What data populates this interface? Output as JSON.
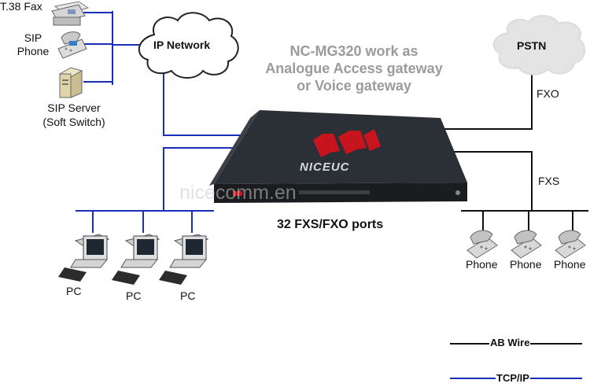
{
  "headline": [
    "NC-MG320 work as",
    "Analogue Access gateway",
    "or Voice gateway"
  ],
  "clouds": {
    "ip_network": "IP Network",
    "pstn": "PSTN"
  },
  "devices": {
    "fax": "T.38 Fax",
    "sip_phone": [
      "SIP",
      "Phone"
    ],
    "sip_server": [
      "SIP Server",
      "(Soft Switch)"
    ],
    "gateway_brand": "NICEUC",
    "watermark": "nicecomm.en"
  },
  "link_labels": {
    "fxo": "FXO",
    "fxs": "FXS"
  },
  "ports_caption": "32 FXS/FXO ports",
  "pcs": [
    "PC",
    "PC",
    "PC"
  ],
  "phones": [
    "Phone",
    "Phone",
    "Phone"
  ],
  "legend": {
    "ab_wire": "AB Wire",
    "tcp_ip": "TCP/IP"
  },
  "colors": {
    "ab_wire": "#111111",
    "tcp_ip": "#1a2fb8",
    "headline": "#9b9b9b",
    "logo": "#c8141c"
  }
}
